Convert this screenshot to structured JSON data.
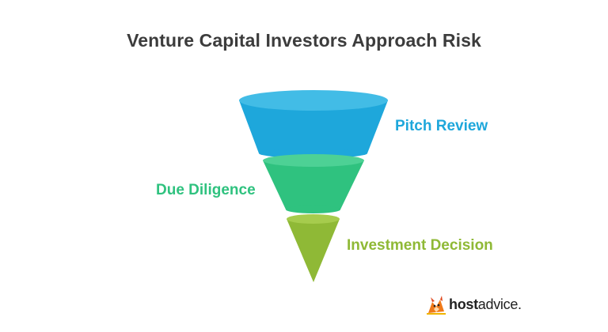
{
  "title": "Venture Capital Investors Approach Risk",
  "stages": [
    {
      "label": "Pitch Review",
      "color": "#1ea7db",
      "top_color": "#42bce6"
    },
    {
      "label": "Due Diligence",
      "color": "#2fc27f",
      "top_color": "#4dd195"
    },
    {
      "label": "Investment Decision",
      "color": "#8fb936",
      "top_color": "#a6cc4d"
    }
  ],
  "logo": {
    "bold": "host",
    "regular": "advice.",
    "icon": "fox-mascot-icon"
  }
}
